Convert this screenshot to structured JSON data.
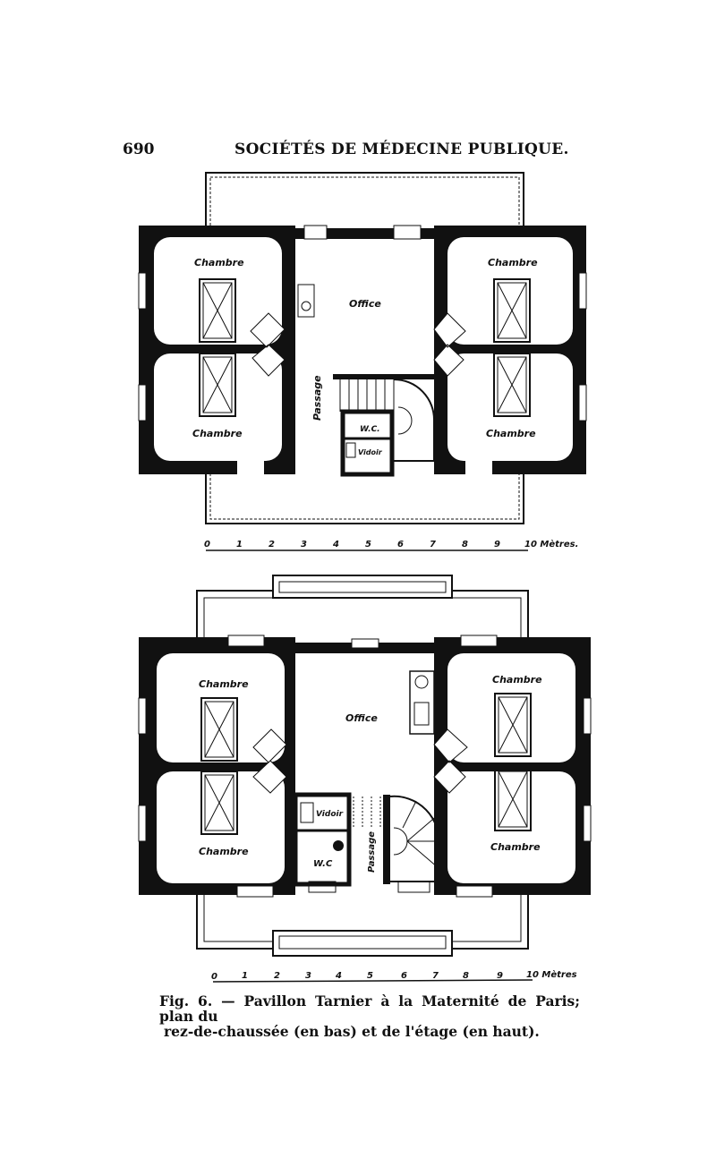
{
  "header": {
    "page_number": "690",
    "running_title": "SOCIÉTÉS DE MÉDECINE PUBLIQUE."
  },
  "upper_plan": {
    "rooms": {
      "chambre_tl": "Chambre",
      "chambre_bl": "Chambre",
      "chambre_tr": "Chambre",
      "chambre_br": "Chambre",
      "office": "Office",
      "passage": "Passage",
      "wc": "W.C.",
      "vidoir": "Vidoir"
    },
    "scale": {
      "ticks": [
        "0",
        "1",
        "2",
        "3",
        "4",
        "5",
        "6",
        "7",
        "8",
        "9"
      ],
      "unit": "10 Mètres."
    }
  },
  "lower_plan": {
    "rooms": {
      "chambre_tl": "Chambre",
      "chambre_bl": "Chambre",
      "chambre_tr": "Chambre",
      "chambre_br": "Chambre",
      "office": "Office",
      "passage": "Passage",
      "wc": "W.C",
      "vidoir": "Vidoir"
    },
    "scale": {
      "ticks": [
        "0",
        "1",
        "2",
        "3",
        "4",
        "5",
        "6",
        "7",
        "8",
        "9"
      ],
      "unit": "10 Mètres"
    }
  },
  "caption": {
    "line1": "Fig. 6. — Pavillon Tarnier à la Maternité de Paris;  plan du",
    "line2": "rez-de-chaussée (en bas) et de l'étage (en haut)."
  }
}
